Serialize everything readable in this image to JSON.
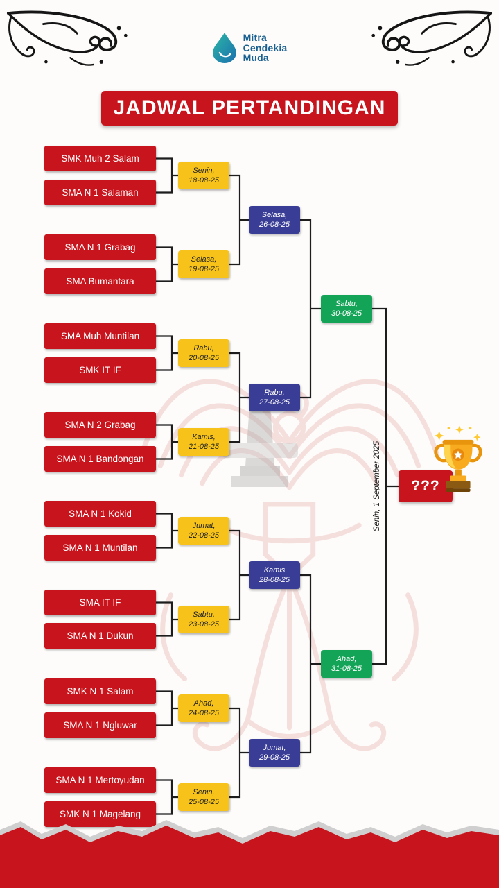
{
  "header": {
    "logo": {
      "name_lines": [
        "Mitra",
        "Cendekia",
        "Muda"
      ]
    },
    "title": "JADWAL PERTANDINGAN"
  },
  "bracket": {
    "teams": [
      "SMK Muh 2 Salam",
      "SMA N 1 Salaman",
      "SMA N 1 Grabag",
      "SMA Bumantara",
      "SMA Muh Muntilan",
      "SMK IT IF",
      "SMA N 2 Grabag",
      "SMA N 1 Bandongan",
      "SMA N 1 Kokid",
      "SMA N 1 Muntilan",
      "SMA IT IF",
      "SMA N 1 Dukun",
      "SMK N 1 Salam",
      "SMA N 1 Ngluwar",
      "SMA N 1 Mertoyudan",
      "SMK N 1 Magelang"
    ],
    "round1": [
      {
        "day": "Senin,",
        "date": "18-08-25"
      },
      {
        "day": "Selasa,",
        "date": "19-08-25"
      },
      {
        "day": "Rabu,",
        "date": "20-08-25"
      },
      {
        "day": "Kamis,",
        "date": "21-08-25"
      },
      {
        "day": "Jumat,",
        "date": "22-08-25"
      },
      {
        "day": "Sabtu,",
        "date": "23-08-25"
      },
      {
        "day": "Ahad,",
        "date": "24-08-25"
      },
      {
        "day": "Senin,",
        "date": "25-08-25"
      }
    ],
    "quarterfinals": [
      {
        "day": "Selasa,",
        "date": "26-08-25"
      },
      {
        "day": "Rabu,",
        "date": "27-08-25"
      },
      {
        "day": "Kamis",
        "date": "28-08-25"
      },
      {
        "day": "Jumat,",
        "date": "29-08-25"
      }
    ],
    "semifinals": [
      {
        "day": "Sabtu,",
        "date": "30-08-25"
      },
      {
        "day": "Ahad,",
        "date": "31-08-25"
      }
    ],
    "final": {
      "label": "Senin, 1 September 2025"
    },
    "champion": {
      "label": "???"
    }
  },
  "colors": {
    "red": "#c8151d",
    "yellow": "#f7c31b",
    "blue": "#3a3d96",
    "green": "#14a457"
  }
}
